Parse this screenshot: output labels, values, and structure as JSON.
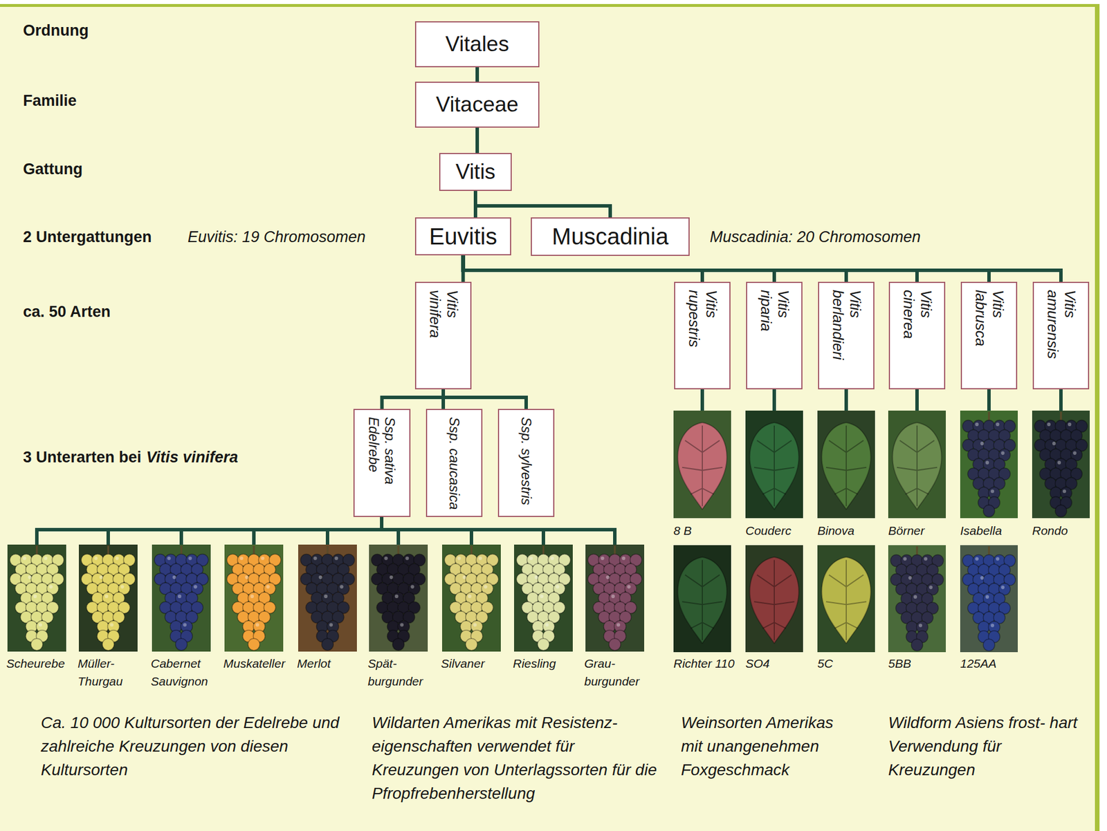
{
  "diagram": {
    "nodes": [
      {
        "text": [
          "Vitales"
        ]
      },
      {
        "text": [
          "Vitaceae"
        ]
      },
      {
        "text": [
          "Vitis"
        ]
      },
      {
        "text": [
          "Euvitis"
        ]
      },
      {
        "text": [
          "Muscadinia"
        ]
      },
      {
        "text": [
          "Vitis vinifera"
        ]
      },
      {
        "text": [
          "Vitis rupestris"
        ]
      },
      {
        "text": [
          "Vitis riparia"
        ]
      },
      {
        "text": [
          "Vitis berlandieri"
        ]
      },
      {
        "text": [
          "Vitis cinerea"
        ]
      },
      {
        "text": [
          "Vitis labrusca"
        ]
      },
      {
        "text": [
          "Vitis amurensis"
        ]
      },
      {
        "text": [
          "Ssp. sativa",
          "Edelrebe"
        ]
      },
      {
        "text": [
          "Ssp. caucasica"
        ]
      },
      {
        "text": [
          "Ssp. sylvestris"
        ]
      }
    ],
    "edges": [
      {
        "from": 0,
        "to": 1,
        "arrow": "none"
      },
      {
        "from": 1,
        "to": 2,
        "arrow": "none"
      },
      {
        "from": 2,
        "to": 3,
        "arrow": "none"
      },
      {
        "from": 2,
        "to": 4,
        "arrow": "none"
      },
      {
        "from": 3,
        "to": 5,
        "arrow": "none"
      },
      {
        "from": 3,
        "to": 6,
        "arrow": "none"
      },
      {
        "from": 3,
        "to": 7,
        "arrow": "none"
      },
      {
        "from": 3,
        "to": 8,
        "arrow": "none"
      },
      {
        "from": 3,
        "to": 9,
        "arrow": "none"
      },
      {
        "from": 3,
        "to": 10,
        "arrow": "none"
      },
      {
        "from": 3,
        "to": 11,
        "arrow": "none"
      },
      {
        "from": 5,
        "to": 12,
        "arrow": "none"
      },
      {
        "from": 5,
        "to": 13,
        "arrow": "none"
      },
      {
        "from": 5,
        "to": 14,
        "arrow": "none"
      }
    ],
    "labels": [
      "Ordnung",
      "Familie",
      "Gattung",
      "2 Untergattungen",
      "Euvitis: 19 Chromosomen",
      "Muscadinia: 20 Chromosomen",
      "ca. 50 Arten",
      "3 Unterarten bei",
      "Vitis vinifera",
      "8 B",
      "Couderc",
      "Binova",
      "Börner",
      "Isabella",
      "Rondo",
      "Scheurebe",
      "Müller- Thurgau",
      "Cabernet Sauvignon",
      "Muskateller",
      "Merlot",
      "Spät- burgunder",
      "Silvaner",
      "Riesling",
      "Grau- burgunder",
      "Richter 110",
      "SO4",
      "5C",
      "5BB",
      "125AA",
      "Ca. 10 000 Kultursorten der Edelrebe und zahlreiche Kreuzungen von diesen Kultursorten",
      "Wildarten Amerikas mit Resistenz- eigenschaften verwendet für Kreuzungen von Unterlagssorten für die Pfropfrebenherstellung",
      "Weinsorten Amerikas mit unangenehmen Foxgeschmack",
      "Wildform Asiens frost- hart Verwendung für Kreuzungen"
    ]
  }
}
